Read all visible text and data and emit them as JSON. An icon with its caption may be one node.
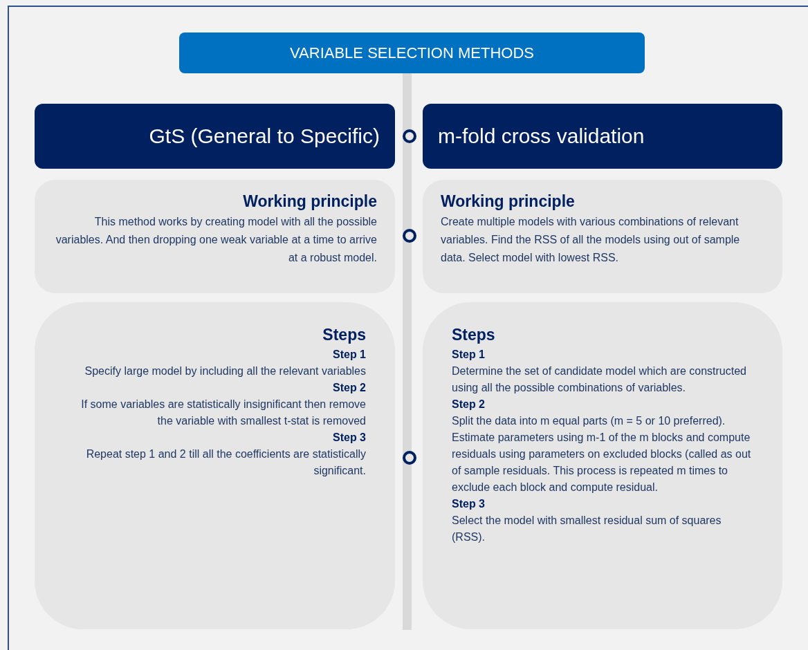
{
  "diagram": {
    "nodes": [
      {
        "text": [
          "VARIABLE SELECTION METHODS"
        ]
      },
      {
        "text": [
          "GtS (General to Specific)"
        ]
      },
      {
        "text": [
          "m-fold cross validation"
        ]
      },
      {
        "text": [
          "Working principle",
          "This method works by creating model with all the possible variables. And then dropping one weak variable at a time to arrive at a robust model."
        ]
      },
      {
        "text": [
          "Working principle",
          "Create multiple models with various combinations of relevant variables. Find the RSS of all the models using out of sample data. Select model with lowest RSS."
        ]
      },
      {
        "text": [
          "Steps",
          "Step 1",
          "Specify large model by including all the relevant variables",
          "Step 2",
          "If some variables are statistically insignificant then remove the variable with smallest t-stat is removed",
          "Step 3",
          "Repeat step 1 and 2 till all the coefficients are statistically significant."
        ]
      },
      {
        "text": [
          "Steps",
          "Step 1",
          "Determine the set of candidate model which are constructed using all the possible combinations of variables.",
          "Step 2",
          "Split the data into m equal parts (m = 5 or 10 preferred).  Estimate parameters using m-1 of the m blocks and compute residuals using parameters on excluded blocks (called as out of sample residuals. This process is repeated m times to exclude each block and compute residual.",
          "Step 3",
          "Select the model with smallest residual sum of squares (RSS)."
        ]
      }
    ]
  }
}
